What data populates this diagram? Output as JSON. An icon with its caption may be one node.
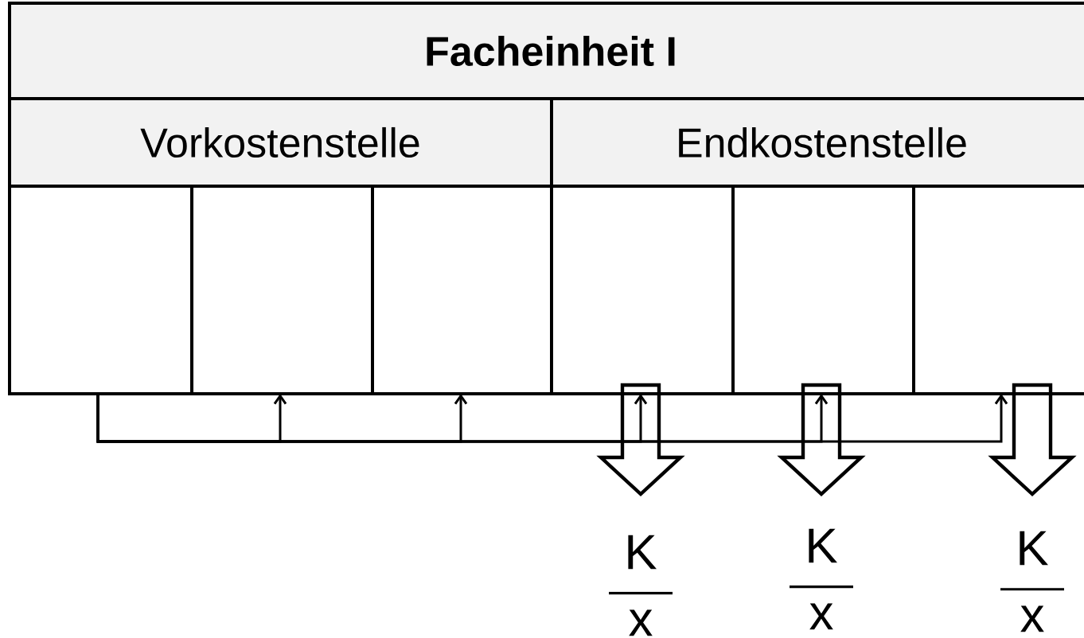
{
  "diagram": {
    "nodes": [
      {
        "text": [
          "Facheinheit I"
        ]
      },
      {
        "text": [
          "Vorkostenstelle"
        ]
      },
      {
        "text": [
          "Endkostenstelle"
        ]
      },
      {
        "text": [],
        "shape": "box"
      },
      {
        "text": [],
        "shape": "box"
      },
      {
        "text": [],
        "shape": "box"
      },
      {
        "text": [],
        "shape": "box"
      },
      {
        "text": [],
        "shape": "box"
      },
      {
        "text": [],
        "shape": "box"
      },
      {
        "text": [
          "K",
          "x"
        ]
      },
      {
        "text": [
          "K",
          "x"
        ]
      },
      {
        "text": [
          "K",
          "x"
        ]
      }
    ],
    "edges": [
      {
        "from": 3,
        "to": 4,
        "arrow": "to"
      },
      {
        "from": 3,
        "to": 5,
        "arrow": "to"
      },
      {
        "from": 3,
        "to": 6,
        "arrow": "to"
      },
      {
        "from": 3,
        "to": 7,
        "arrow": "to"
      },
      {
        "from": 3,
        "to": 8,
        "arrow": "to"
      },
      {
        "from": 6,
        "to": 9,
        "arrow": "to",
        "style": "thick"
      },
      {
        "from": 7,
        "to": 10,
        "arrow": "to",
        "style": "thick"
      },
      {
        "from": 8,
        "to": 11,
        "arrow": "to",
        "style": "thick"
      }
    ]
  }
}
